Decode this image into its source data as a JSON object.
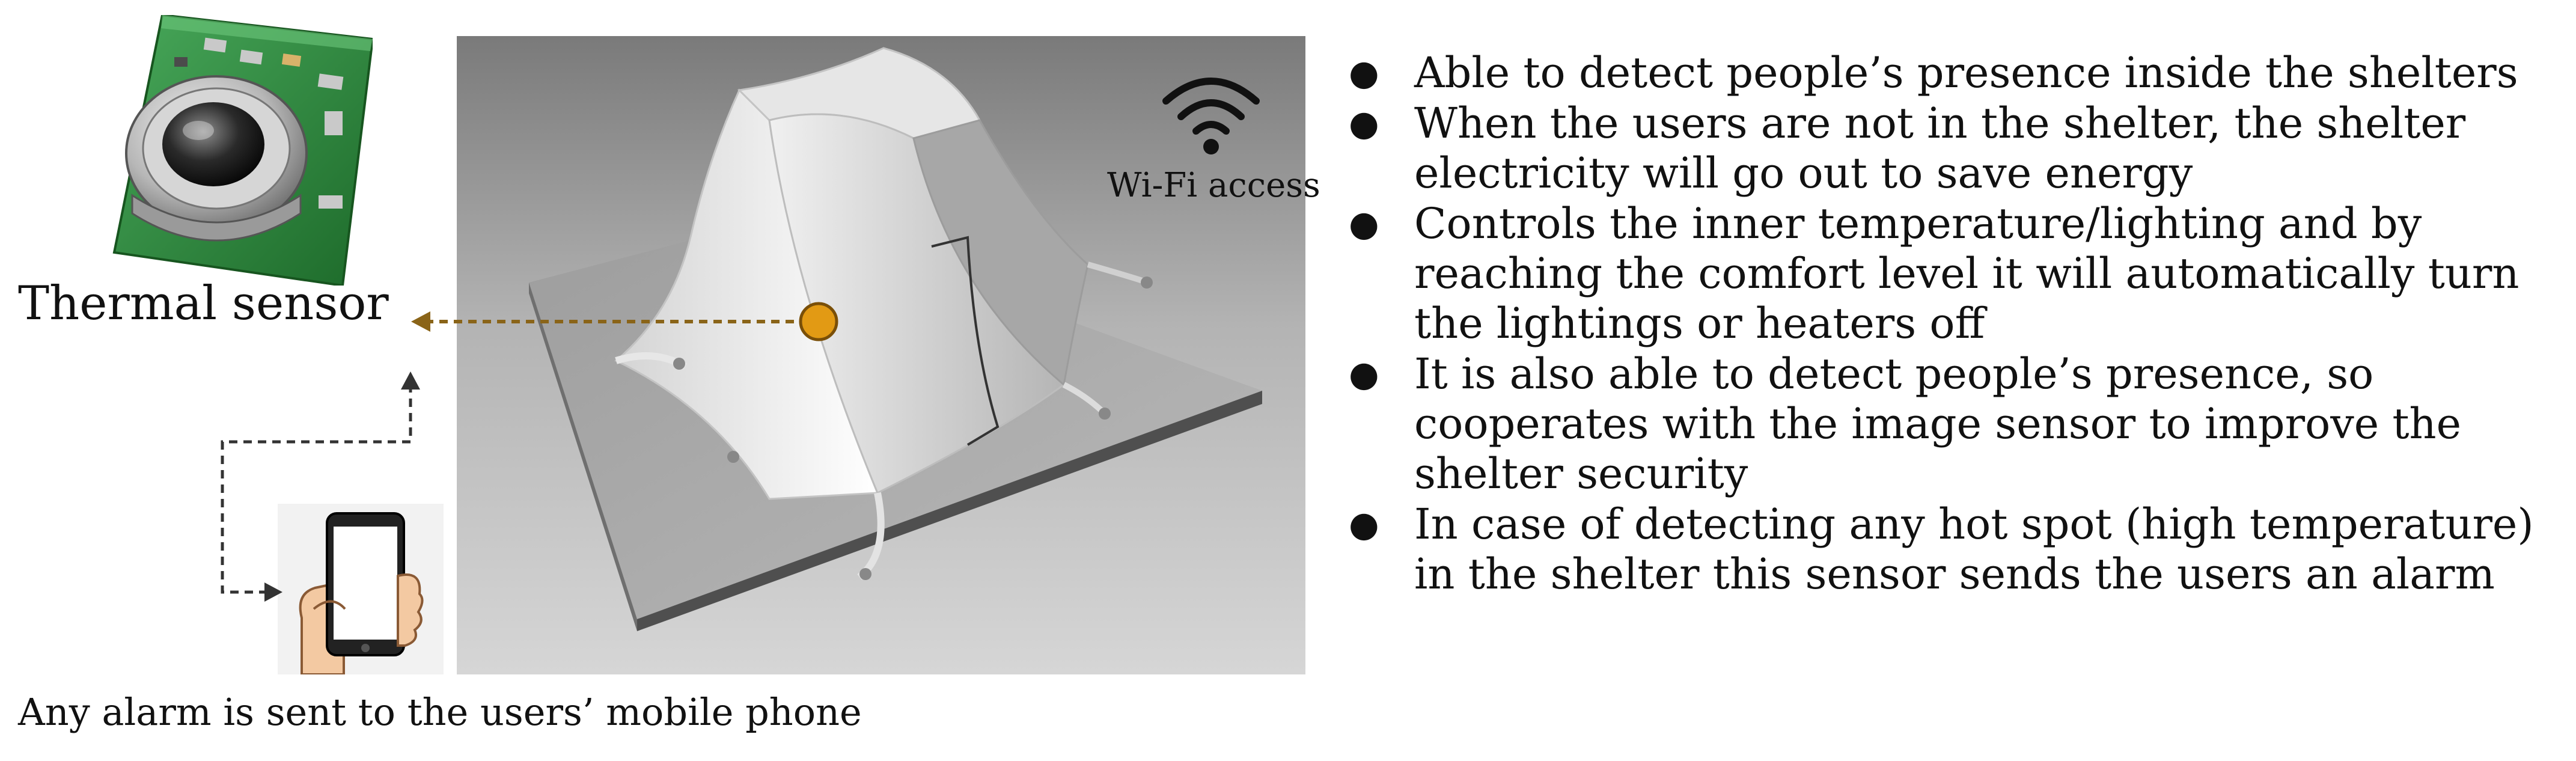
{
  "sensor": {
    "label": "Thermal sensor",
    "icon": "thermal-sensor-icon"
  },
  "phone": {
    "icon": "smartphone-in-hand-icon"
  },
  "wifi": {
    "label": "Wi-Fi access",
    "icon": "wifi-icon"
  },
  "alarm_note": "Any alarm is sent to the users’ mobile phone",
  "features": [
    "Able to detect people’s presence inside the shelters",
    "When the users are not in the shelter, the shelter electricity will go out to save energy",
    "Controls the inner temperature/lighting and by reaching the comfort level it will automatically turn the lightings or heaters off",
    "It is also able to detect people’s presence, so cooperates with the image sensor to improve the shelter security",
    "In case of detecting any hot spot (high temperature) in the shelter this sensor sends the users an alarm"
  ],
  "colors": {
    "arrow": "#8a6418",
    "sensor_marker": "#e29a14",
    "connector": "#333333",
    "pcb_green": "#2f8a3c"
  }
}
